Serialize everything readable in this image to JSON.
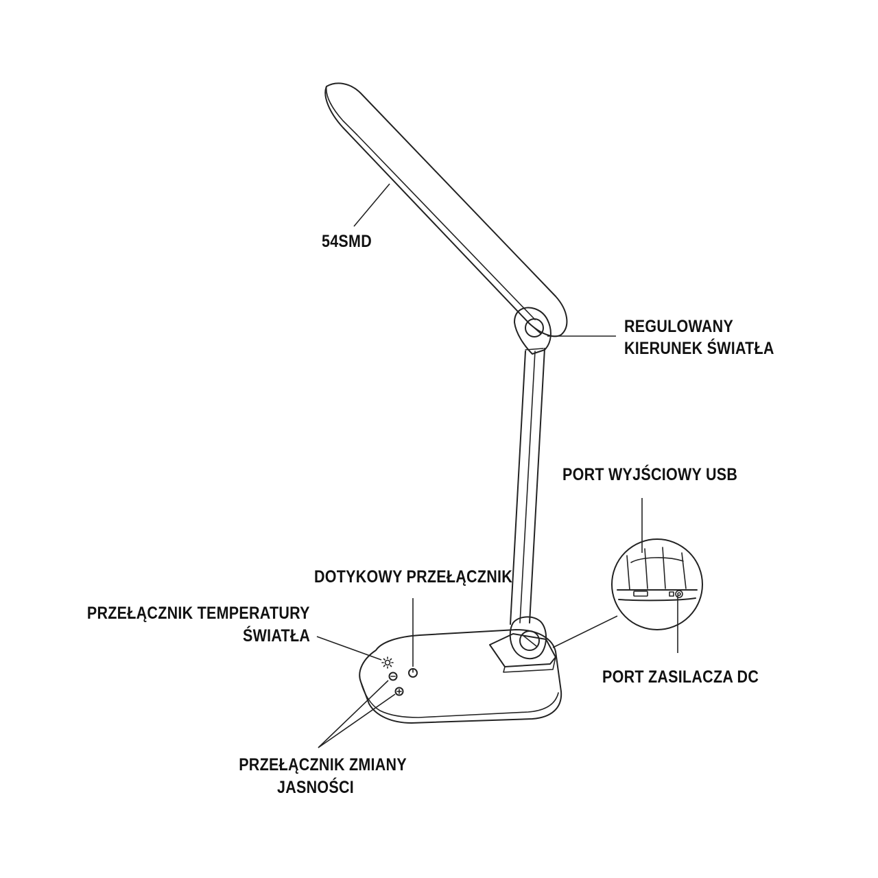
{
  "labels": {
    "smd": "54SMD",
    "direction_line1": "REGULOWANY",
    "direction_line2": "KIERUNEK ŚWIATŁA",
    "usb_port": "PORT WYJŚCIOWY USB",
    "touch_switch": "DOTYKOWY PRZEŁĄCZNIK",
    "temperature_line1": "PRZEŁĄCZNIK TEMPERATURY",
    "temperature_line2": "ŚWIATŁA",
    "dc_port": "PORT ZASILACZA DC",
    "brightness_line1": "PRZEŁĄCZNIK ZMIANY",
    "brightness_line2": "JASNOŚCI"
  },
  "icons": {
    "sun": "sun-icon",
    "power": "power-icon",
    "brightness_up": "plus-icon",
    "brightness_down": "minus-icon"
  }
}
